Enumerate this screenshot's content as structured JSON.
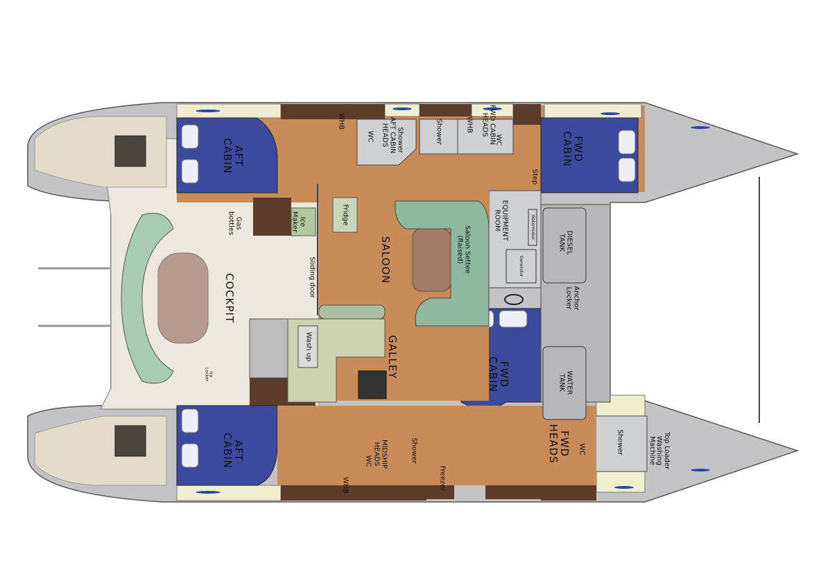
{
  "colors": {
    "hull": "#c4c4c6",
    "floor": "#c98b58",
    "cabin": "#3c4a9e",
    "wood": "#5b3b29",
    "cream": "#efefcf",
    "fixture": "#c8c8cc",
    "settee": "#8fb8a0",
    "cockpit": "#ece8dd"
  },
  "labels": {
    "aft_cabin_top": "AFT\nCABIN",
    "fwd_cabin_top": "FWD\nCABIN",
    "aft_cabin_bottom": "AFT\nCABIN",
    "fwd_cabin_mid": "FWD\nCABIN",
    "cockpit": "COCKPIT",
    "saloon": "SALOON",
    "galley": "GALLEY",
    "saloon_settee": "Saloon Settee\n(Raised)",
    "equipment_room": "EQUIPMENT\nROOM",
    "watermaker": "Watermaker",
    "generator": "Generator",
    "diesel_tank": "DIESEL\nTANK",
    "anchor_locker": "Anchor\nLocker",
    "water_tank": "WATER\nTANK",
    "sliding_door": "Sliding door",
    "gas_bottles": "Gas\nbottles",
    "ice_maker": "Ice\nMaker",
    "fridge": "Fridge",
    "ice_locker": "Ice\nLocker",
    "wash_up": "Wash up",
    "midship_heads": "MIDSHIP\nHEADS",
    "midship_shower": "Shower",
    "midship_wc": "WC",
    "whb_bottom": "WHB",
    "freezer": "Freezer",
    "fwd_heads": "FWD\nHEADS",
    "fwd_heads_wc": "WC",
    "fwd_shower": "Shower",
    "washing_machine": "Top Loader\nWashing\nMachine",
    "whb_aft_top": "WHB",
    "aft_cabin_heads": "AFT CABIN\nHEADS",
    "aft_heads_wc": "WC",
    "aft_heads_shower": "Shower",
    "fwd_cabin_shower": "Shower",
    "whb_fwd_top": "WHB",
    "fwd_cabin_heads": "FWD CABIN\nHEADS",
    "fwd_cabin_heads_wc": "WC",
    "step": "Step"
  }
}
